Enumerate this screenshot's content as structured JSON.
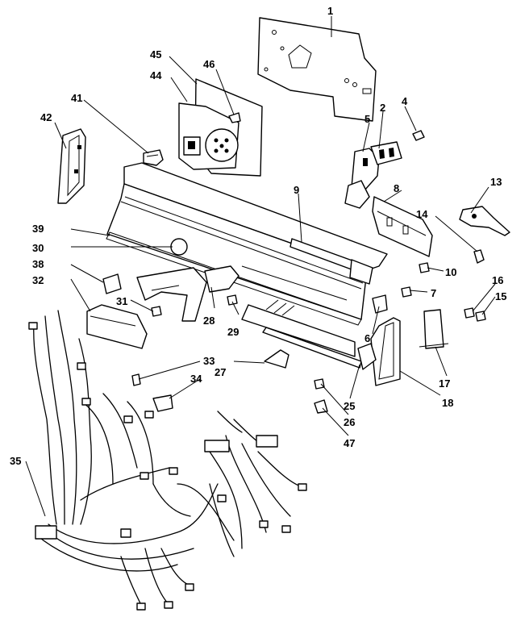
{
  "diagram": {
    "colors": {
      "ink": "#000000",
      "paper": "#ffffff"
    },
    "callouts": {
      "c1": "1",
      "c2": "2",
      "c4": "4",
      "c5": "5",
      "c6": "6",
      "c7": "7",
      "c8": "8",
      "c9": "9",
      "c10": "10",
      "c13": "13",
      "c14": "14",
      "c15": "15",
      "c16": "16",
      "c17": "17",
      "c18": "18",
      "c25": "25",
      "c26": "26",
      "c27": "27",
      "c28": "28",
      "c29": "29",
      "c30": "30",
      "c31": "31",
      "c32": "32",
      "c33": "33",
      "c34": "34",
      "c35": "35",
      "c38": "38",
      "c39": "39",
      "c41": "41",
      "c42": "42",
      "c44": "44",
      "c45": "45",
      "c46": "46",
      "c47": "47"
    }
  }
}
